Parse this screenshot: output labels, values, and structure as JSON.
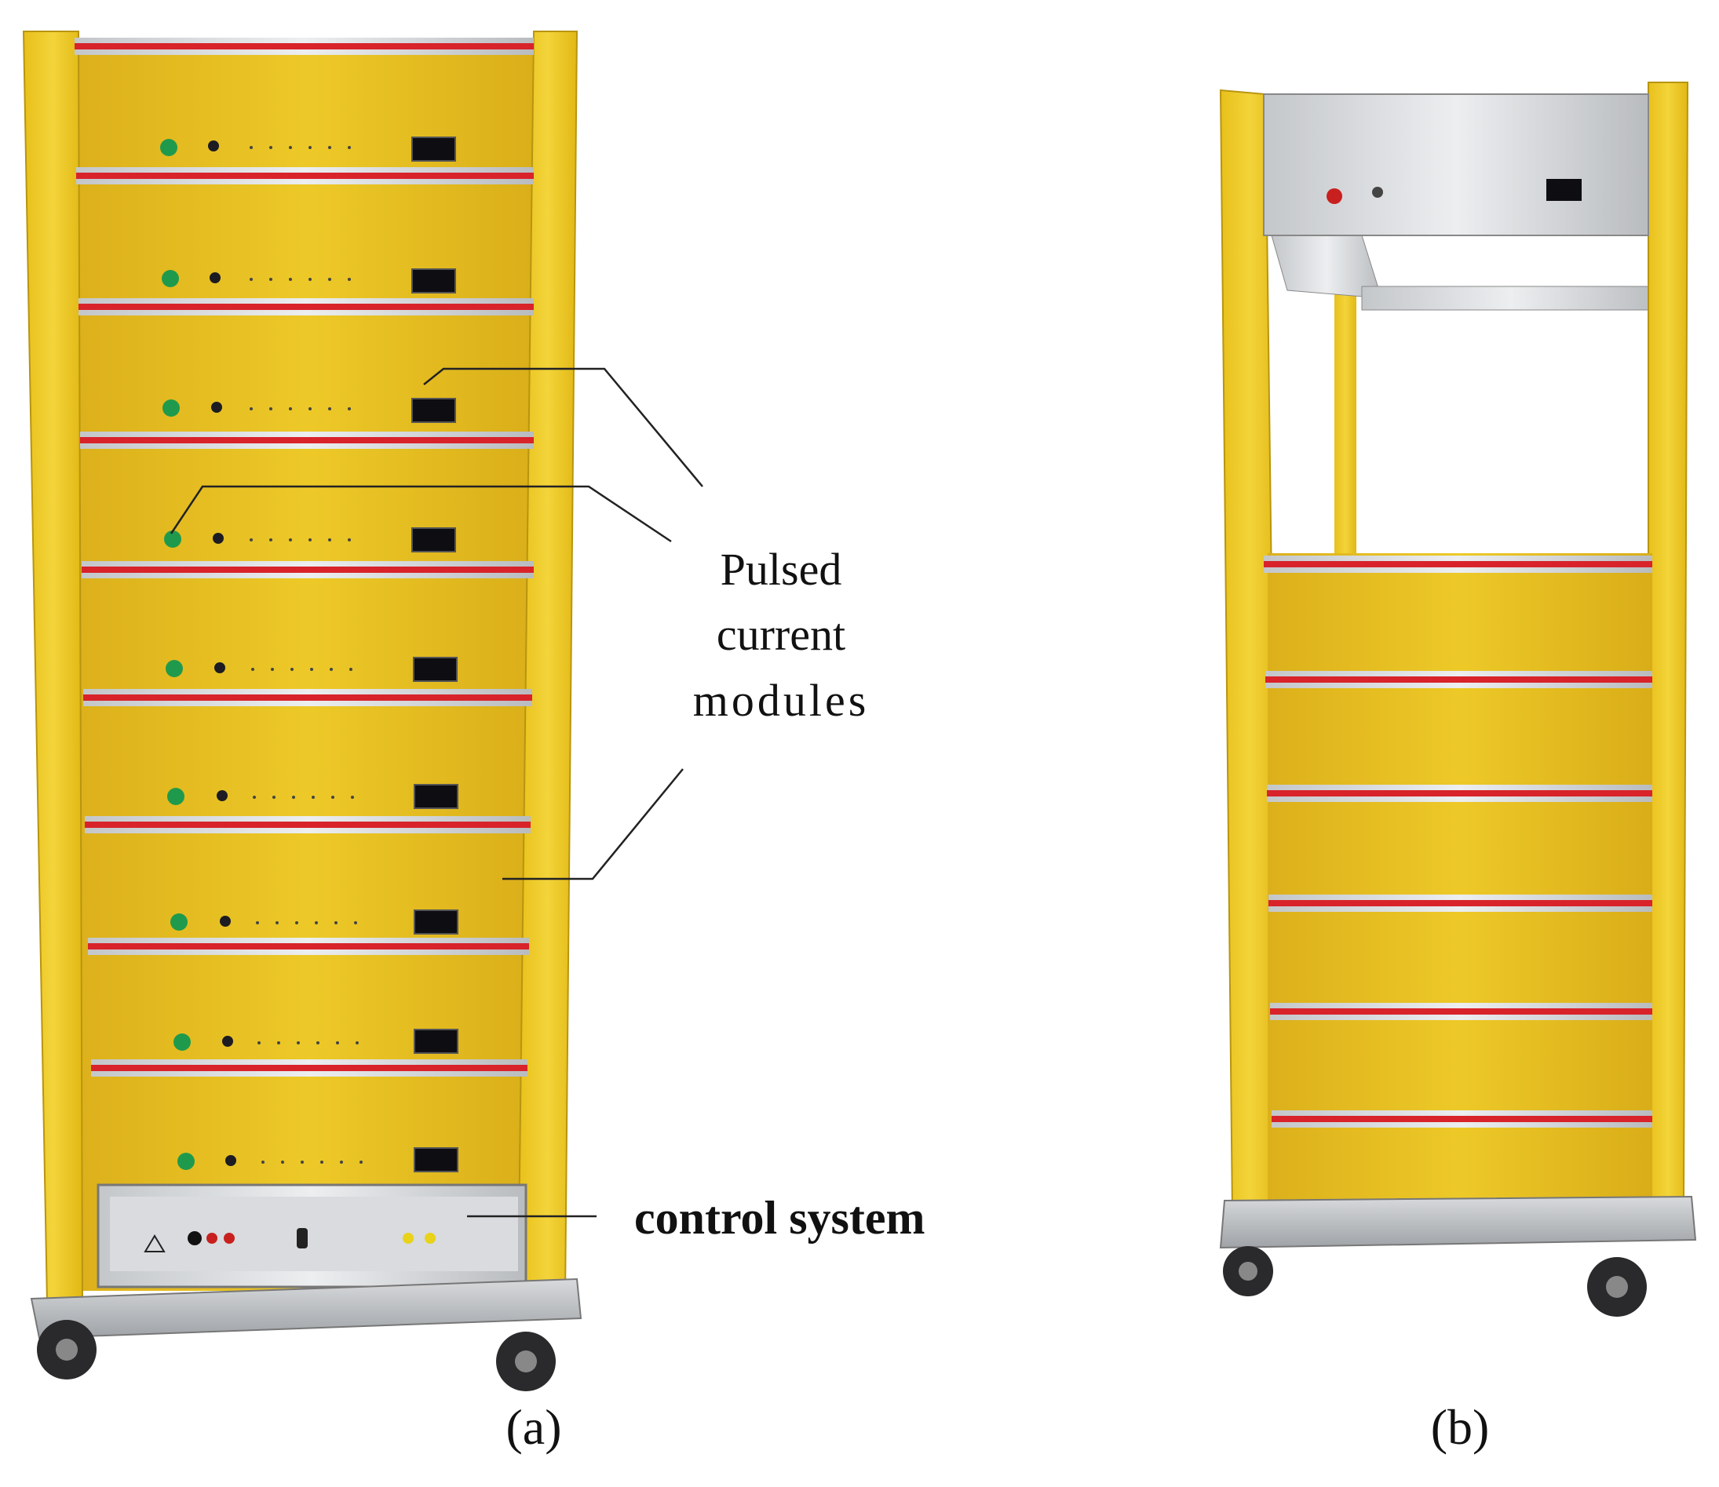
{
  "annotations": {
    "pulsed_modules_line1": "Pulsed",
    "pulsed_modules_line2": "current",
    "pulsed_modules_line3": "modules",
    "control_system": "control system"
  },
  "captions": {
    "left": "(a)",
    "right": "(b)"
  },
  "colors": {
    "frame_yellow": "#f2d31d",
    "panel_yellow": "#e9c21e",
    "rail_red": "#d8232a",
    "rail_silver": "#c9ccd0",
    "steel": "#a8acb0"
  }
}
